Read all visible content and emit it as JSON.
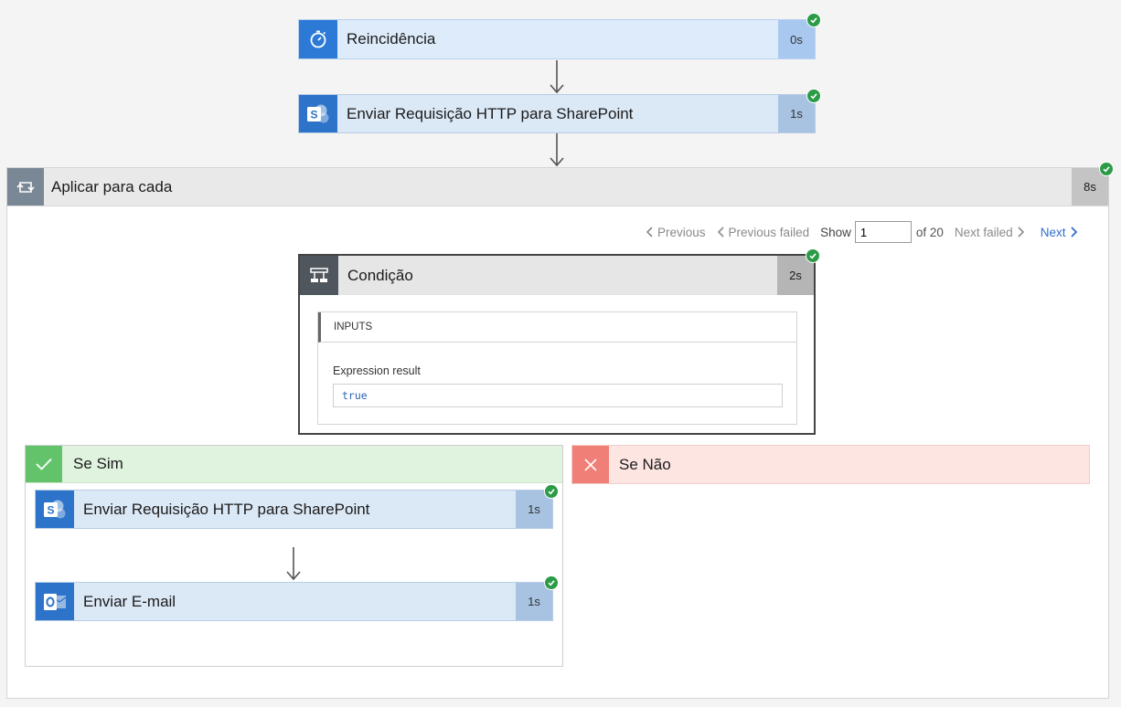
{
  "trigger": {
    "title": "Reincidência",
    "duration": "0s",
    "icon": "stopwatch-icon"
  },
  "http_request": {
    "title": "Enviar Requisição HTTP para SharePoint",
    "duration": "1s",
    "icon": "sharepoint-icon"
  },
  "apply_to_each": {
    "title": "Aplicar para cada",
    "duration": "8s",
    "icon": "loop-icon",
    "pager": {
      "previous": "Previous",
      "previous_failed": "Previous failed",
      "show_label": "Show",
      "current_value": "1",
      "of_total": "of 20",
      "next_failed": "Next failed",
      "next": "Next"
    }
  },
  "condition": {
    "title": "Condição",
    "duration": "2s",
    "icon": "condition-icon",
    "inputs_label": "INPUTS",
    "expression_label": "Expression result",
    "expression_value": "true"
  },
  "yes_branch": {
    "title": "Se Sim",
    "actions": [
      {
        "title": "Enviar Requisição HTTP para SharePoint",
        "duration": "1s",
        "icon": "sharepoint-icon"
      },
      {
        "title": "Enviar E-mail",
        "duration": "1s",
        "icon": "outlook-icon"
      }
    ]
  },
  "no_branch": {
    "title": "Se Não"
  },
  "colors": {
    "success": "#2b9b46",
    "action_blue": "#2c73c9",
    "yes_green": "#63c36a",
    "no_red": "#f07f77",
    "link_blue": "#2f6fd0"
  }
}
